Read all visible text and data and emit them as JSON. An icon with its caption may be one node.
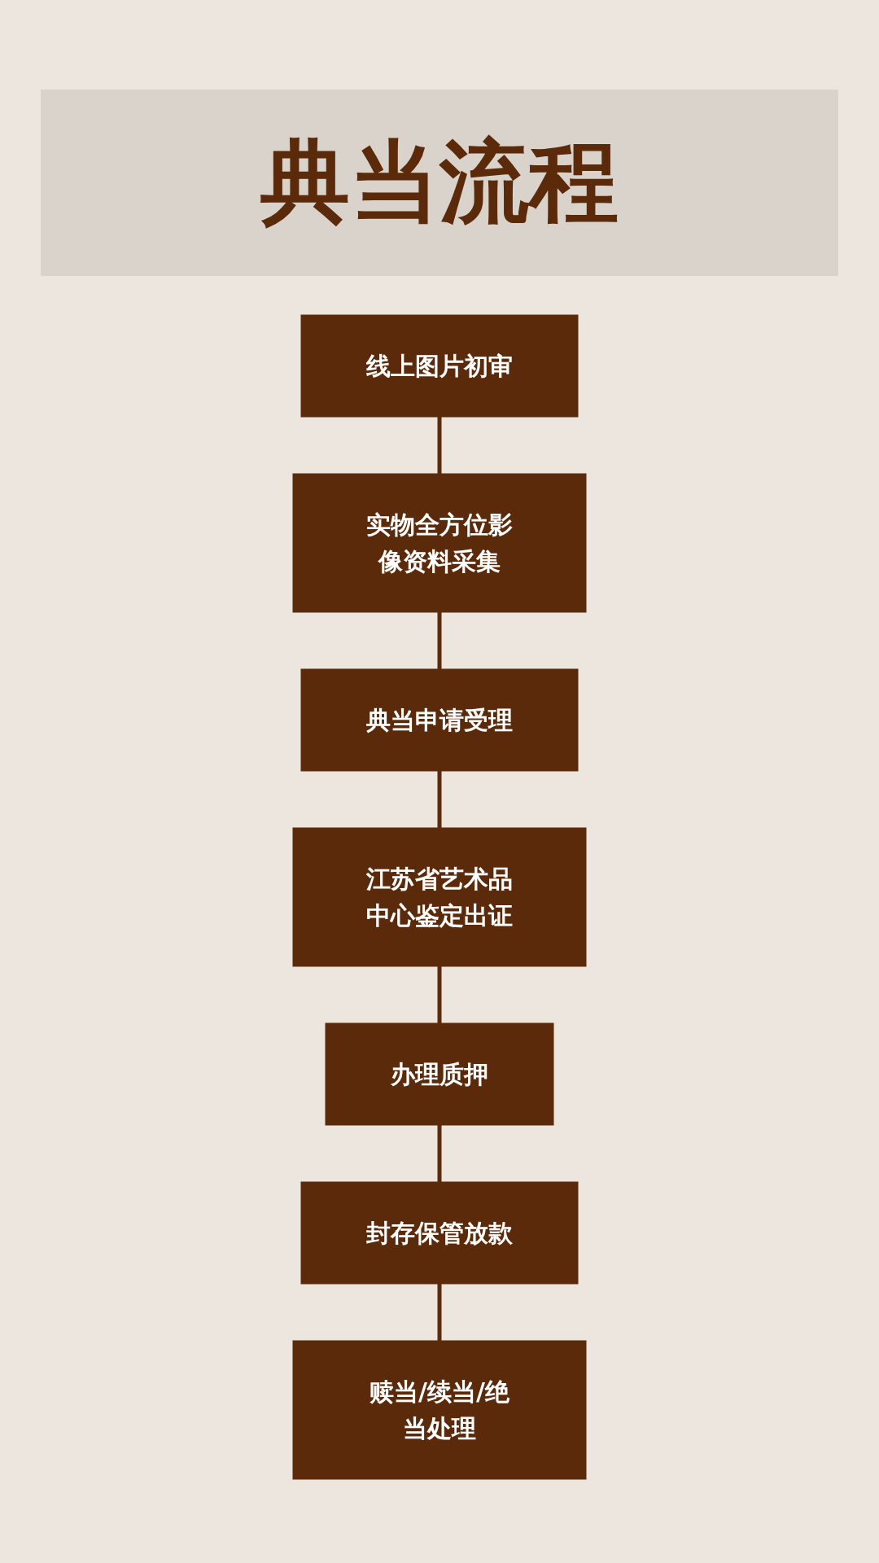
{
  "diagram": {
    "title": "典当流程",
    "nodes": [
      {
        "text": [
          "线上图片初审"
        ]
      },
      {
        "text": [
          "实物全方位影像资料采集"
        ]
      },
      {
        "text": [
          "典当申请受理"
        ]
      },
      {
        "text": [
          "江苏省艺术品中心鉴定出证"
        ]
      },
      {
        "text": [
          "办理质押"
        ]
      },
      {
        "text": [
          "封存保管放款"
        ]
      },
      {
        "text": [
          "赎当/续当/绝当处理"
        ]
      }
    ],
    "edges": [
      {
        "from": 0,
        "to": 1,
        "arrow": "none"
      },
      {
        "from": 1,
        "to": 2,
        "arrow": "none"
      },
      {
        "from": 2,
        "to": 3,
        "arrow": "none"
      },
      {
        "from": 3,
        "to": 4,
        "arrow": "none"
      },
      {
        "from": 4,
        "to": 5,
        "arrow": "none"
      },
      {
        "from": 5,
        "to": 6,
        "arrow": "none"
      }
    ]
  }
}
